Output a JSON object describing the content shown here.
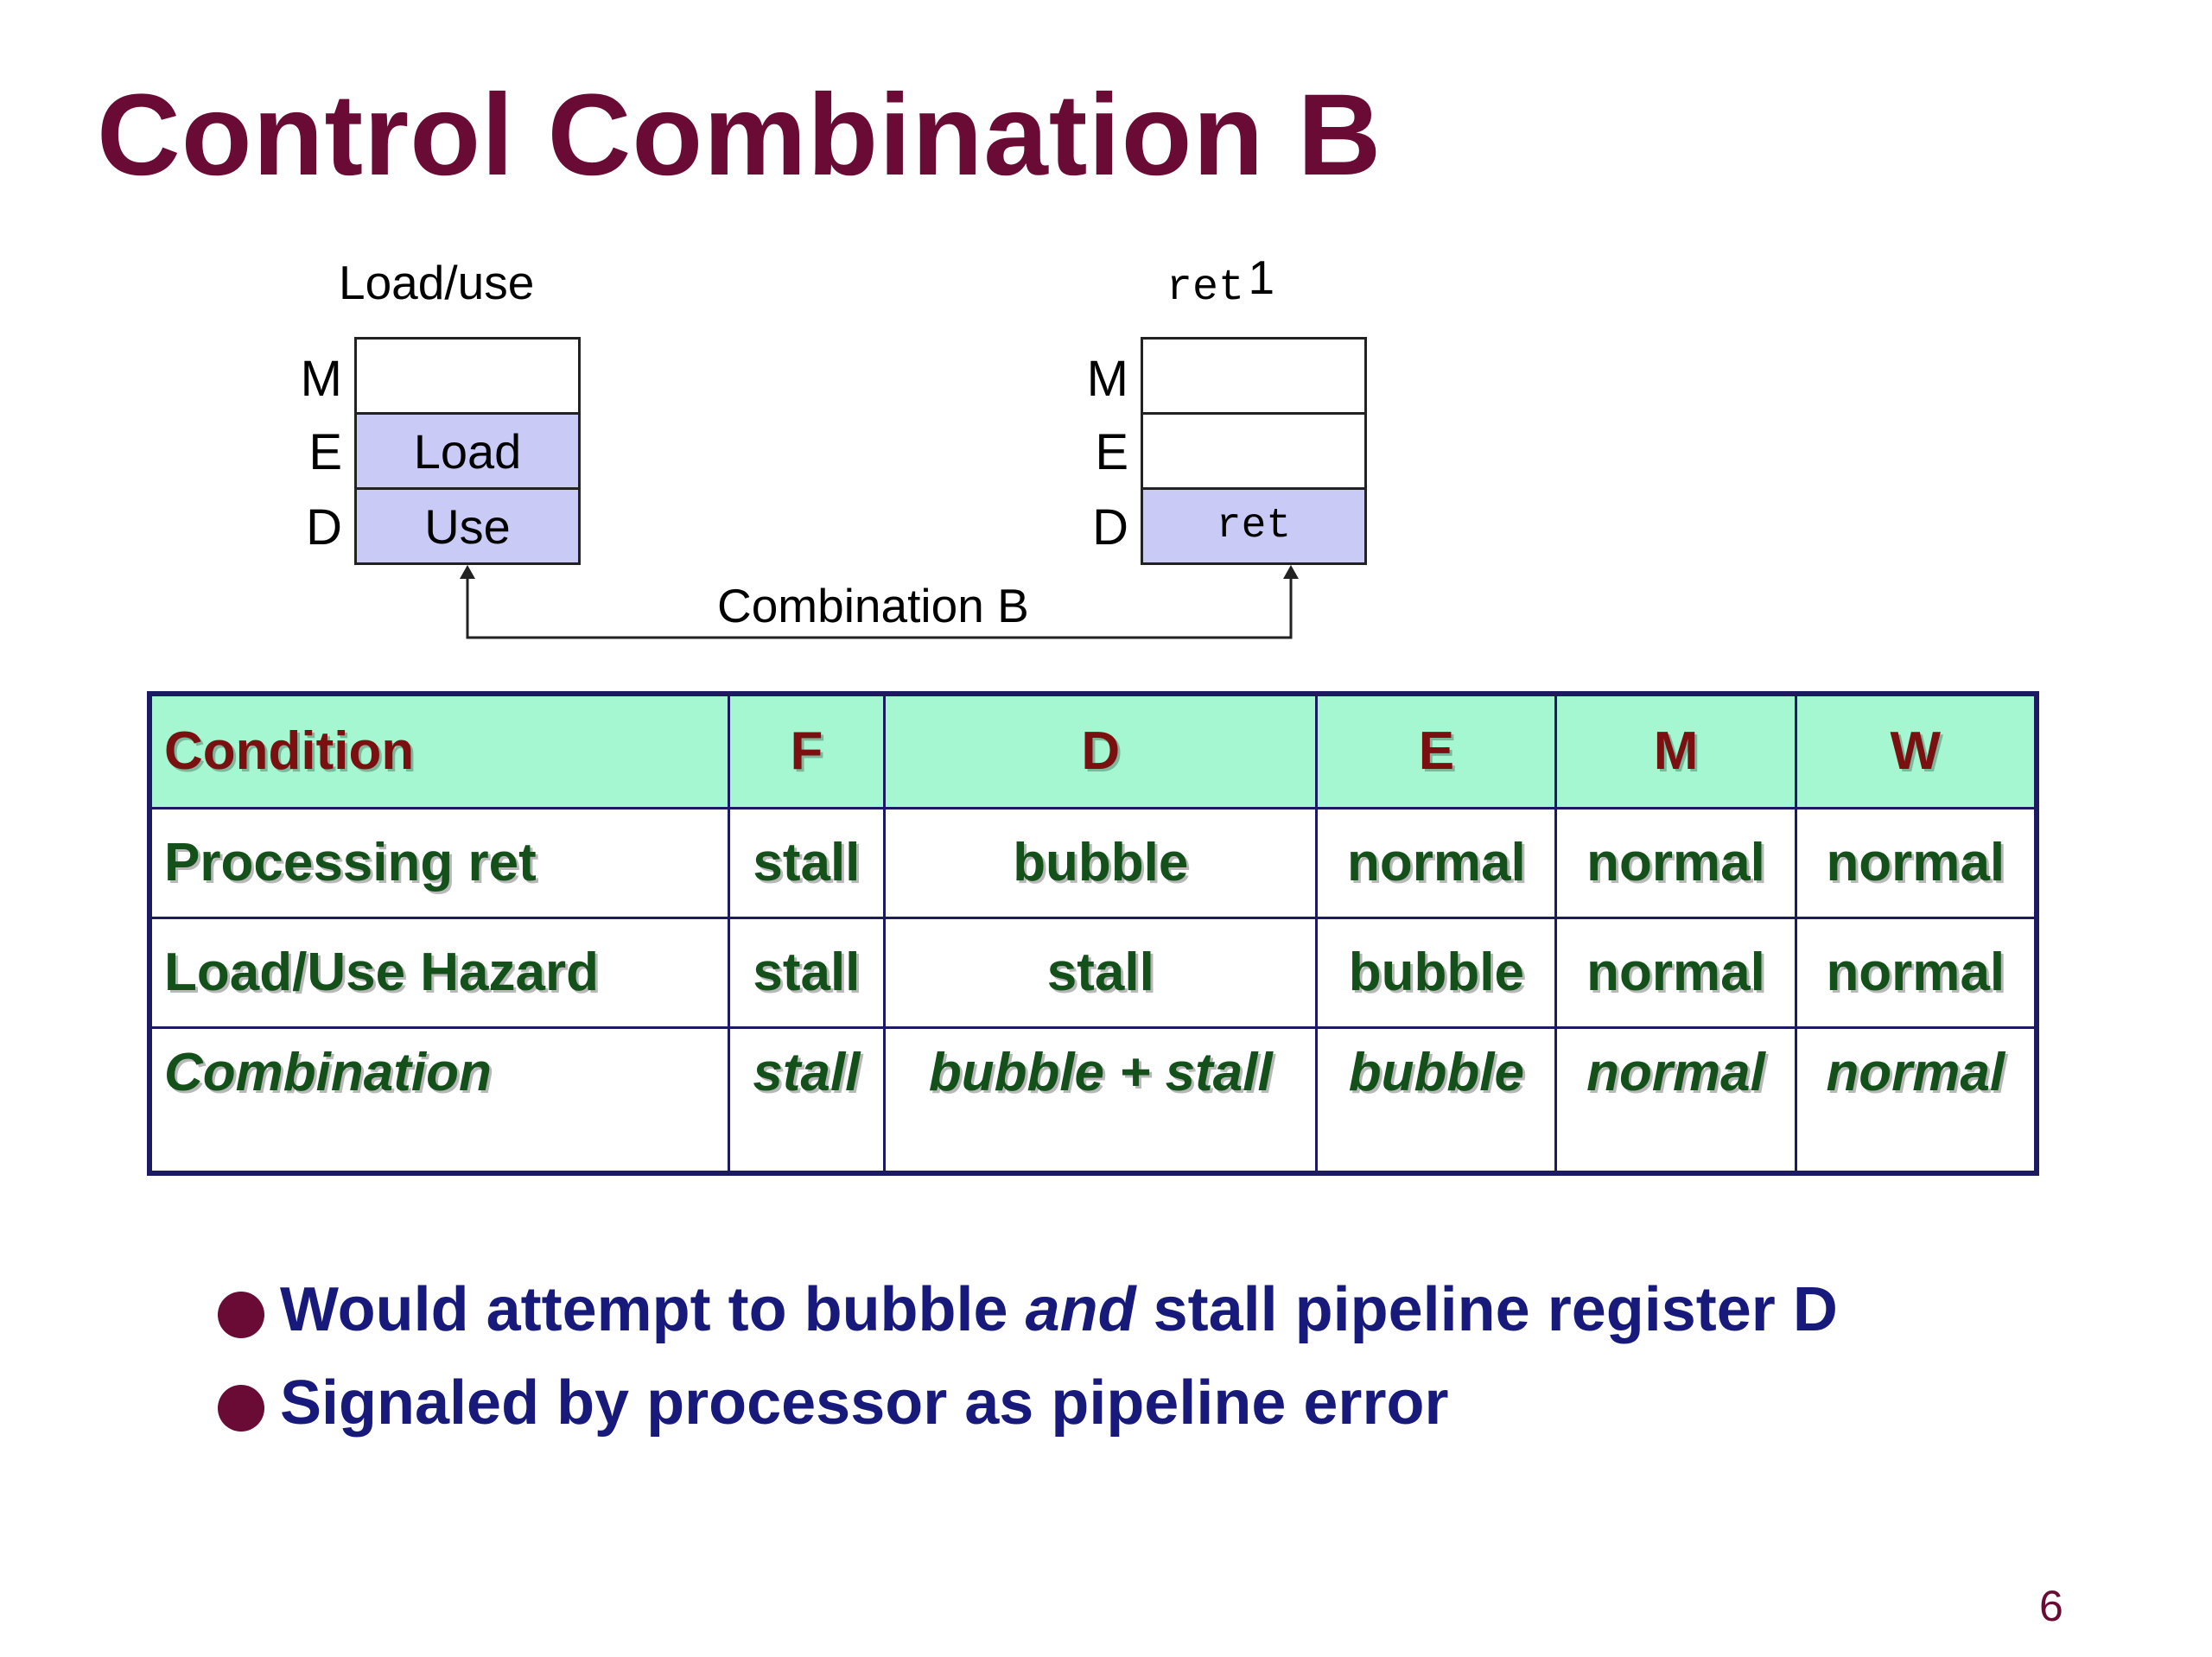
{
  "slide": {
    "title": "Control Combination B",
    "page_number": "6"
  },
  "diagram": {
    "left_stack": {
      "title": "Load/use",
      "stages": [
        "M",
        "E",
        "D"
      ],
      "registers": [
        "",
        "Load",
        "Use"
      ]
    },
    "right_stack": {
      "title_code": "ret",
      "title_suffix": "1",
      "stages": [
        "M",
        "E",
        "D"
      ],
      "registers": [
        "",
        "",
        "ret"
      ]
    },
    "connector_label": "Combination B",
    "colors": {
      "register_fill": "#c9caf6",
      "line": "#222222"
    }
  },
  "table": {
    "headers": [
      "Condition",
      "F",
      "D",
      "E",
      "M",
      "W"
    ],
    "rows": [
      {
        "cells": [
          "Processing ret",
          "stall",
          "bubble",
          "normal",
          "normal",
          "normal"
        ]
      },
      {
        "cells": [
          "Load/Use Hazard",
          "stall",
          "stall",
          "bubble",
          "normal",
          "normal"
        ]
      },
      {
        "cells": [
          "Combination",
          "stall",
          "bubble + stall",
          "bubble",
          "normal",
          "normal"
        ]
      }
    ],
    "colors": {
      "header_bg": "#a5f7d1",
      "header_text": "#7b1010",
      "body_text": "#14501a",
      "border": "#1b1a63"
    }
  },
  "bullets": [
    {
      "before": "Would attempt to bubble ",
      "emphasis": "and",
      "after": " stall pipeline register D"
    },
    {
      "text": "Signaled by processor as pipeline error"
    }
  ],
  "colors": {
    "title": "#6a0b36",
    "bullet_text": "#171a7a",
    "bullet_dot": "#6a0b36"
  }
}
